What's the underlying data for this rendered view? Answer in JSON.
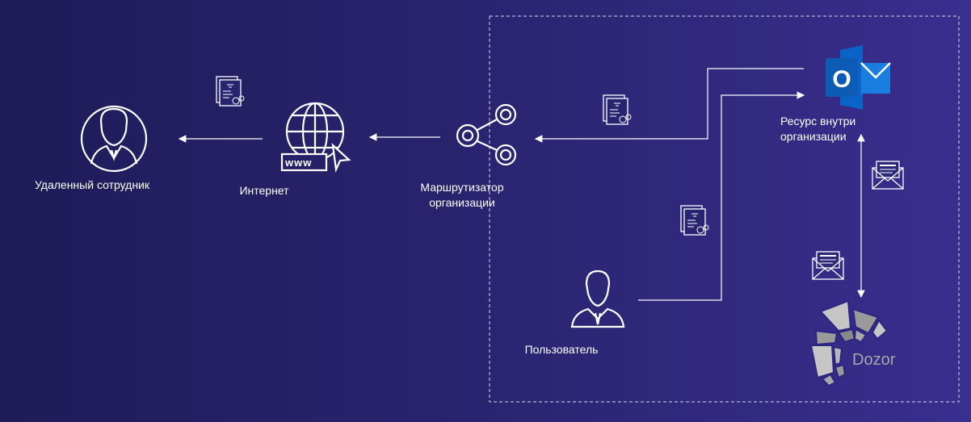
{
  "nodes": {
    "remote_employee": "Удаленный сотрудник",
    "internet": "Интернет",
    "router_line1": "Маршрутизатор",
    "router_line2": "организации",
    "resource_line1": "Ресурс внутри",
    "resource_line2": "организации",
    "user": "Пользователь"
  },
  "icons": {
    "www_label": "www",
    "dozor_logo": "Dozor",
    "outlook_letter": "O"
  },
  "colors": {
    "accent": "#ffffff",
    "outlook": "#0a64c8",
    "logo": "#b4b4b4"
  }
}
